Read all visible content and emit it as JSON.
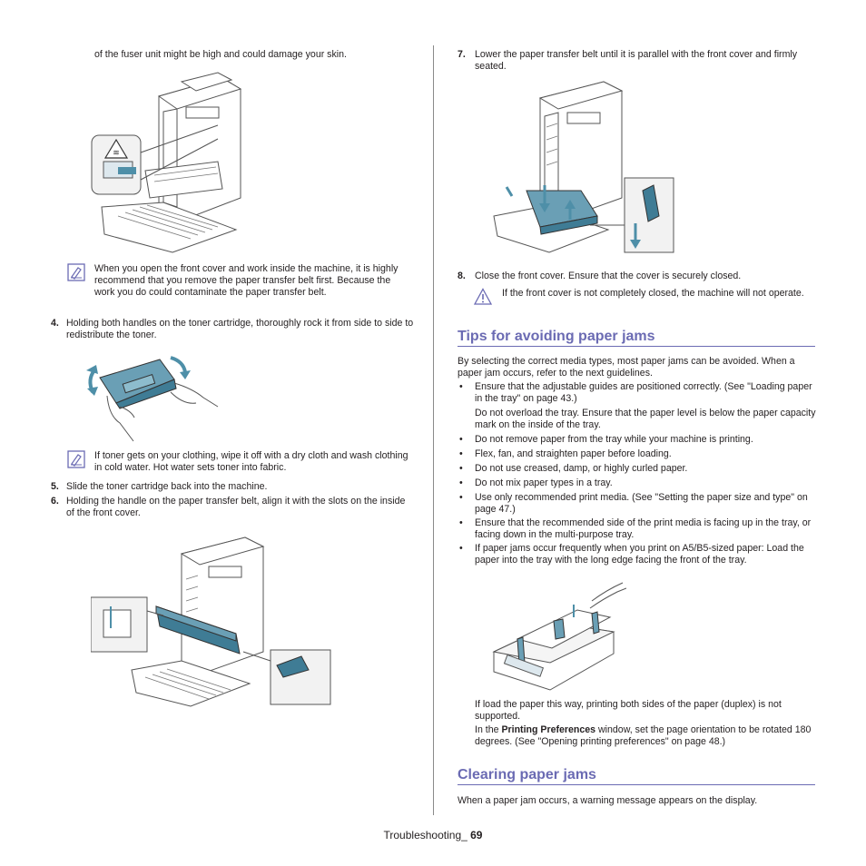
{
  "left": {
    "intro_text": "of the fuser unit might be high and could damage your skin.",
    "note1": "When you open the front cover and work inside the machine, it is highly recommend that you remove the paper transfer belt first. Because the work you do could contaminate the paper transfer belt.",
    "step4_num": "4.",
    "step4": "Holding both handles on the toner cartridge, thoroughly rock it from side to side to redistribute the toner.",
    "note2": "If toner gets on your clothing, wipe it off with a dry cloth and wash clothing in cold water. Hot water sets toner into fabric.",
    "step5_num": "5.",
    "step5": "Slide the toner cartridge back into the machine.",
    "step6_num": "6.",
    "step6": "Holding the handle on the paper transfer belt, align it with the slots on the inside of the front cover."
  },
  "right": {
    "step7_num": "7.",
    "step7": "Lower the paper transfer belt until it is parallel with the front cover and firmly seated.",
    "step8_num": "8.",
    "step8": "Close the front cover. Ensure that the cover is securely closed.",
    "caution": "If the front cover is not completely closed, the machine will not operate.",
    "tips_heading": "Tips for avoiding paper jams",
    "tips_intro": "By selecting the correct media types, most paper jams can be avoided. When a paper jam occurs, refer to the next guidelines.",
    "bullets": [
      "Ensure that the adjustable guides are positioned correctly. (See \"Loading paper in the tray\" on page 43.)",
      "Do not remove paper from the tray while your machine is printing.",
      "Flex, fan, and straighten paper before loading.",
      "Do not use creased, damp, or highly curled paper.",
      "Do not mix paper types in a tray.",
      "Use only recommended print media. (See \"Setting the paper size and type\" on page 47.)",
      "Ensure that the recommended side of the print media is facing up in the tray, or facing down in the multi-purpose tray.",
      "If paper jams occur frequently when you print on A5/B5-sized paper: Load the paper into the tray with the long edge facing the front of the tray."
    ],
    "overload_text": "Do not overload the tray. Ensure that the paper level is below the paper capacity mark on the inside of the tray.",
    "duplex_text": "If load the paper this way, printing both sides of the paper (duplex) is not supported.",
    "pref_prefix": "In the ",
    "pref_bold": "Printing Preferences",
    "pref_suffix": " window, set the page orientation to be rotated 180 degrees. (See \"Opening printing preferences\" on page 48.)",
    "bullet_char": "•",
    "clearing_heading": "Clearing paper jams",
    "clearing_text": "When a paper jam occurs, a warning message appears on the display."
  },
  "footer": {
    "label": "Troubleshooting_ ",
    "page": "69"
  },
  "colors": {
    "heading": "#6b6bb3",
    "accent_blue": "#4e8fa8",
    "line": "#555555"
  }
}
